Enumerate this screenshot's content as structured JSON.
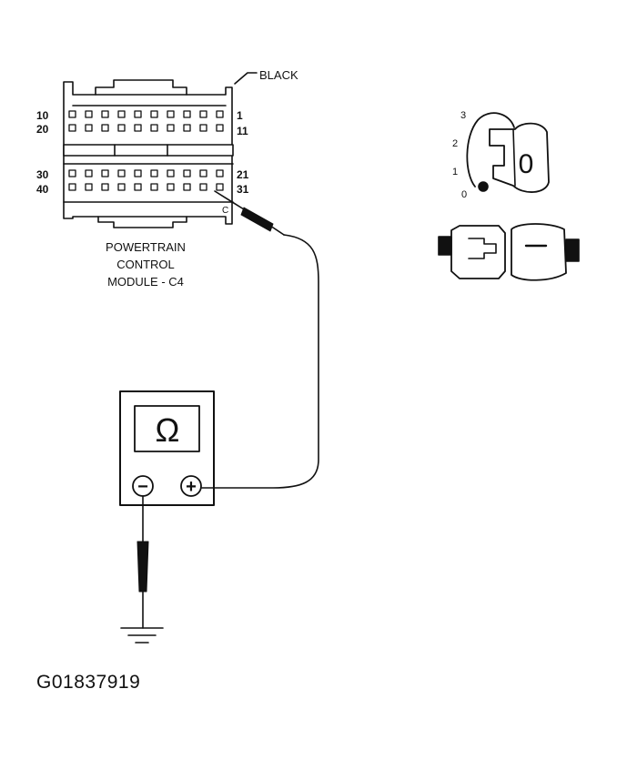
{
  "connector": {
    "color_label": "BLACK",
    "pin_labels_left": [
      "10",
      "20",
      "30",
      "40"
    ],
    "pin_labels_right": [
      "1",
      "11",
      "21",
      "31"
    ],
    "small_label": "C",
    "name_lines": [
      "POWERTRAIN",
      "CONTROL",
      "MODULE - C4"
    ]
  },
  "meter": {
    "display_symbol": "Ω",
    "negative_symbol": "−",
    "positive_symbol": "+"
  },
  "ignition": {
    "positions": [
      "3",
      "2",
      "1",
      "0"
    ],
    "key_symbol": "0"
  },
  "figure_id": "G01837919",
  "colors": {
    "ink": "#111111",
    "paper": "#ffffff"
  }
}
